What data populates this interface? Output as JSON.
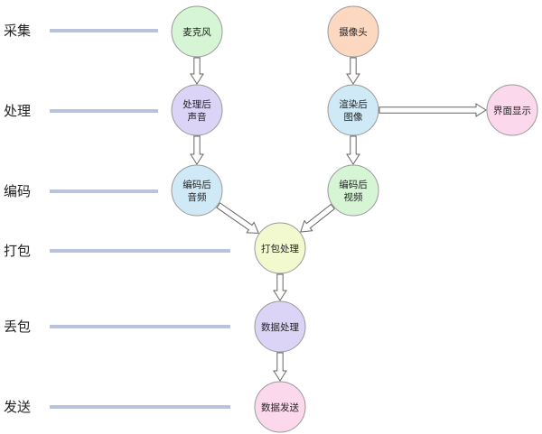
{
  "stages": [
    {
      "id": "collect",
      "label": "采集"
    },
    {
      "id": "process",
      "label": "处理"
    },
    {
      "id": "encode",
      "label": "编码"
    },
    {
      "id": "pack",
      "label": "打包"
    },
    {
      "id": "drop",
      "label": "丢包"
    },
    {
      "id": "send",
      "label": "发送"
    }
  ],
  "nodes": [
    {
      "id": "mic",
      "lines": [
        "麦克风"
      ],
      "color": "#d5f5d5"
    },
    {
      "id": "camera",
      "lines": [
        "摄像头"
      ],
      "color": "#fcd8c0"
    },
    {
      "id": "audio-processed",
      "lines": [
        "处理后",
        "声音"
      ],
      "color": "#dcd4f6"
    },
    {
      "id": "image-rendered",
      "lines": [
        "渲染后",
        "图像"
      ],
      "color": "#cfe9f7"
    },
    {
      "id": "ui-display",
      "lines": [
        "界面显示"
      ],
      "color": "#fcd8ec"
    },
    {
      "id": "audio-encoded",
      "lines": [
        "编码后",
        "音频"
      ],
      "color": "#cfe9f7"
    },
    {
      "id": "video-encoded",
      "lines": [
        "编码后",
        "视频"
      ],
      "color": "#d5f5d5"
    },
    {
      "id": "packing",
      "lines": [
        "打包处理"
      ],
      "color": "#f3f9cf"
    },
    {
      "id": "data-process",
      "lines": [
        "数据处理"
      ],
      "color": "#dcd4f6"
    },
    {
      "id": "data-send",
      "lines": [
        "数据发送"
      ],
      "color": "#fcd8ec"
    }
  ],
  "edges": [
    {
      "from": "mic",
      "to": "audio-processed"
    },
    {
      "from": "audio-processed",
      "to": "audio-encoded"
    },
    {
      "from": "audio-encoded",
      "to": "packing"
    },
    {
      "from": "camera",
      "to": "image-rendered"
    },
    {
      "from": "image-rendered",
      "to": "ui-display"
    },
    {
      "from": "image-rendered",
      "to": "video-encoded"
    },
    {
      "from": "video-encoded",
      "to": "packing"
    },
    {
      "from": "packing",
      "to": "data-process"
    },
    {
      "from": "data-process",
      "to": "data-send"
    }
  ]
}
